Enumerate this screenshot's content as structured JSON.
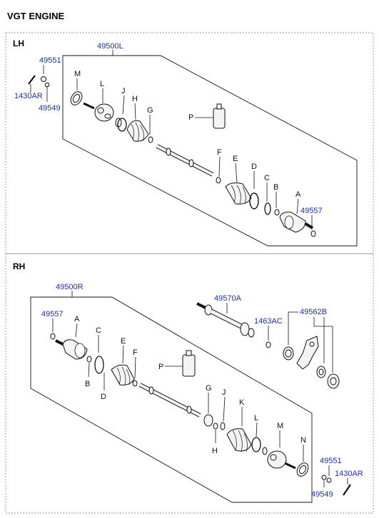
{
  "title": "VGT ENGINE",
  "sections": {
    "lh": {
      "label": "LH",
      "assembly": "49500L",
      "codes": {
        "c49551": "49551",
        "c1430ar": "1430AR",
        "c49549": "49549",
        "c49557": "49557"
      },
      "letters": {
        "M": "M",
        "L": "L",
        "J": "J",
        "H": "H",
        "G": "G",
        "P": "P",
        "F": "F",
        "E": "E",
        "D": "D",
        "C": "C",
        "B": "B",
        "A": "A"
      }
    },
    "rh": {
      "label": "RH",
      "assembly": "49500R",
      "codes": {
        "c49557": "49557",
        "c49570a": "49570A",
        "c1463ac": "1463AC",
        "c49562b": "49562B",
        "c49551": "49551",
        "c1430ar": "1430AR",
        "c49549": "49549"
      },
      "letters": {
        "A": "A",
        "C": "C",
        "B": "B",
        "D": "D",
        "E": "E",
        "F": "F",
        "P": "P",
        "G": "G",
        "J": "J",
        "H": "H",
        "K": "K",
        "L": "L",
        "M": "M",
        "N": "N"
      }
    }
  },
  "colors": {
    "code_text": "#1a2fb0",
    "border": "#999999"
  }
}
